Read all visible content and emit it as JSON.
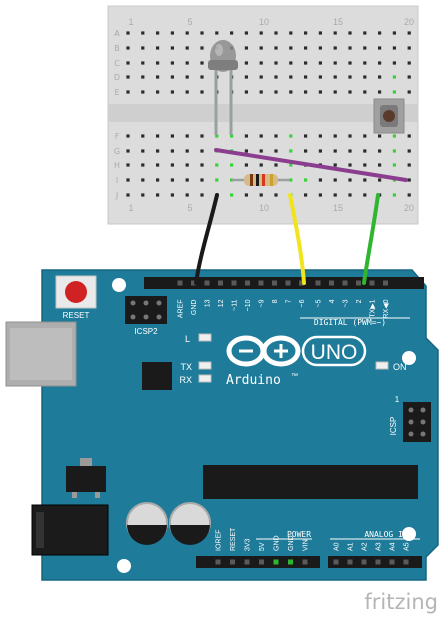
{
  "breadboard": {
    "column_numbers": [
      "1",
      "5",
      "10",
      "15",
      "20"
    ],
    "row_letters_top": [
      "A",
      "B",
      "C",
      "D",
      "E"
    ],
    "row_letters_bottom": [
      "F",
      "G",
      "H",
      "I",
      "J"
    ]
  },
  "arduino": {
    "reset_label": "RESET",
    "icsp2_label": "ICSP2",
    "icsp_label": "ICSP",
    "led_l": "L",
    "led_tx": "TX",
    "led_rx": "RX",
    "on_label": "ON",
    "brand": "Arduino",
    "tm": "™",
    "model": "UNO",
    "digital_label": "DIGITAL (PWM=~)",
    "power_label": "POWER",
    "analog_label": "ANALOG IN",
    "icsp_pin1": "1",
    "top_pins": [
      "AREF",
      "GND",
      "13",
      "12",
      "~11",
      "~10",
      "~9",
      "8",
      "7",
      "~6",
      "~5",
      "4",
      "~3",
      "2",
      "TX▶1",
      "RX◀0"
    ],
    "power_pins": [
      "IOREF",
      "RESET",
      "3V3",
      "5V",
      "GND",
      "GND",
      "VIN"
    ],
    "analog_pins": [
      "A0",
      "A1",
      "A2",
      "A3",
      "A4",
      "A5"
    ]
  },
  "wires": {
    "black": "#1a1a1a",
    "yellow": "#f0e41c",
    "green": "#2fb52f",
    "purple": "#8b3e8f"
  },
  "colors": {
    "board": "#1e7b9a",
    "breadboard": "#dddddd",
    "hole": "#2b2b2b",
    "active_hole": "#36d336"
  },
  "watermark": "fritzing"
}
